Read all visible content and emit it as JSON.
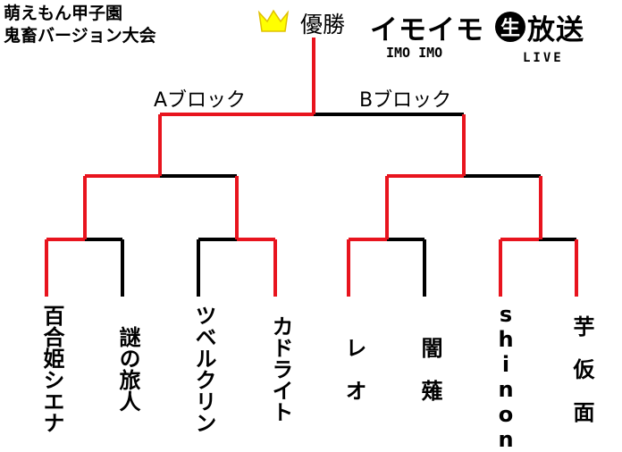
{
  "header": {
    "title_line1": "萌えもん甲子園",
    "title_line2": "鬼畜バージョン大会"
  },
  "champion": {
    "label": "優勝",
    "icon": "crown-icon",
    "icon_color": "#ffff00"
  },
  "logo": {
    "main_left": "イモイモ",
    "circle_char": "生",
    "main_right": "放送",
    "sub": "IMO IMO",
    "live": "LIVE"
  },
  "blocks": {
    "a_label": "Aブロック",
    "b_label": "Bブロック"
  },
  "players": [
    "百合姫シエナ",
    "謎の旅人",
    "ツベルクリン",
    "カドライト",
    "レ　オ",
    "闇　薙",
    "shinon",
    "芋　仮　面"
  ],
  "colors": {
    "winner_line": "#e8141e",
    "loser_line": "#000000"
  }
}
